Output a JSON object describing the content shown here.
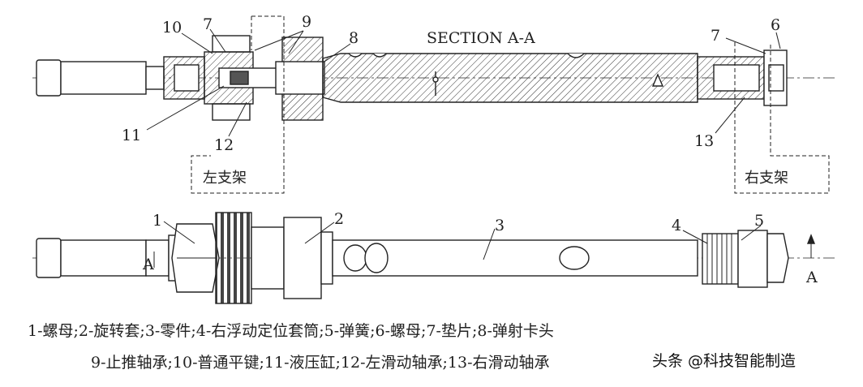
{
  "section_title": "SECTION A-A",
  "section_marker": "A",
  "top_callouts": {
    "c10": "10",
    "c7_left": "7",
    "c9": "9",
    "c8": "8",
    "c11": "11",
    "c12": "12",
    "c7_right": "7",
    "c6": "6",
    "c13": "13"
  },
  "bottom_callouts": {
    "c1": "1",
    "c2": "2",
    "c3": "3",
    "c4": "4",
    "c5": "5"
  },
  "bracket_labels": {
    "left": "左支架",
    "right": "右支架"
  },
  "caption": {
    "line1": "1-螺母;2-旋转套;3-零件;4-右浮动定位套筒;5-弹簧;6-螺母;7-垫片;8-弹射卡头",
    "line2": "9-止推轴承;10-普通平键;11-液压缸;12-左滑动轴承;13-右滑动轴承"
  },
  "watermark": "头条 @科技智能制造"
}
